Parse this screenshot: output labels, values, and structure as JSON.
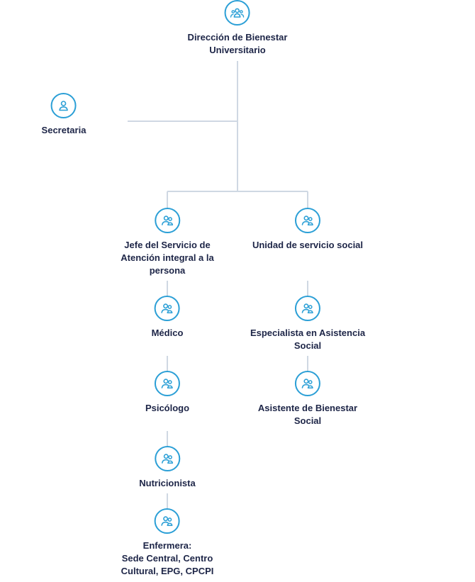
{
  "chart_data": {
    "type": "org-chart",
    "nodes": [
      {
        "id": "direccion",
        "label": "Dirección de Bienestar\nUniversitario",
        "icon": "group-icon"
      },
      {
        "id": "secretaria",
        "label": "Secretaria",
        "icon": "person-icon",
        "parent": "direccion"
      },
      {
        "id": "jefe",
        "label": "Jefe del Servicio de\nAtención integral a la\npersona",
        "icon": "users-icon",
        "parent": "direccion"
      },
      {
        "id": "unidad",
        "label": "Unidad de servicio social",
        "icon": "users-icon",
        "parent": "direccion"
      },
      {
        "id": "medico",
        "label": "Médico",
        "icon": "users-icon",
        "parent": "jefe"
      },
      {
        "id": "psicologo",
        "label": "Psicólogo",
        "icon": "users-icon",
        "parent": "medico"
      },
      {
        "id": "nutricionista",
        "label": "Nutricionista",
        "icon": "users-icon",
        "parent": "psicologo"
      },
      {
        "id": "enfermera",
        "label": "Enfermera:\nSede Central, Centro\nCultural, EPG, CPCPI",
        "icon": "users-icon",
        "parent": "nutricionista"
      },
      {
        "id": "especialista",
        "label": "Especialista en Asistencia\nSocial",
        "icon": "users-icon",
        "parent": "unidad"
      },
      {
        "id": "asistente",
        "label": "Asistente de Bienestar\nSocial",
        "icon": "users-icon",
        "parent": "especialista"
      }
    ]
  },
  "colors": {
    "accent": "#2b9fd6",
    "text": "#1d2547",
    "line": "#cfd8e3"
  }
}
